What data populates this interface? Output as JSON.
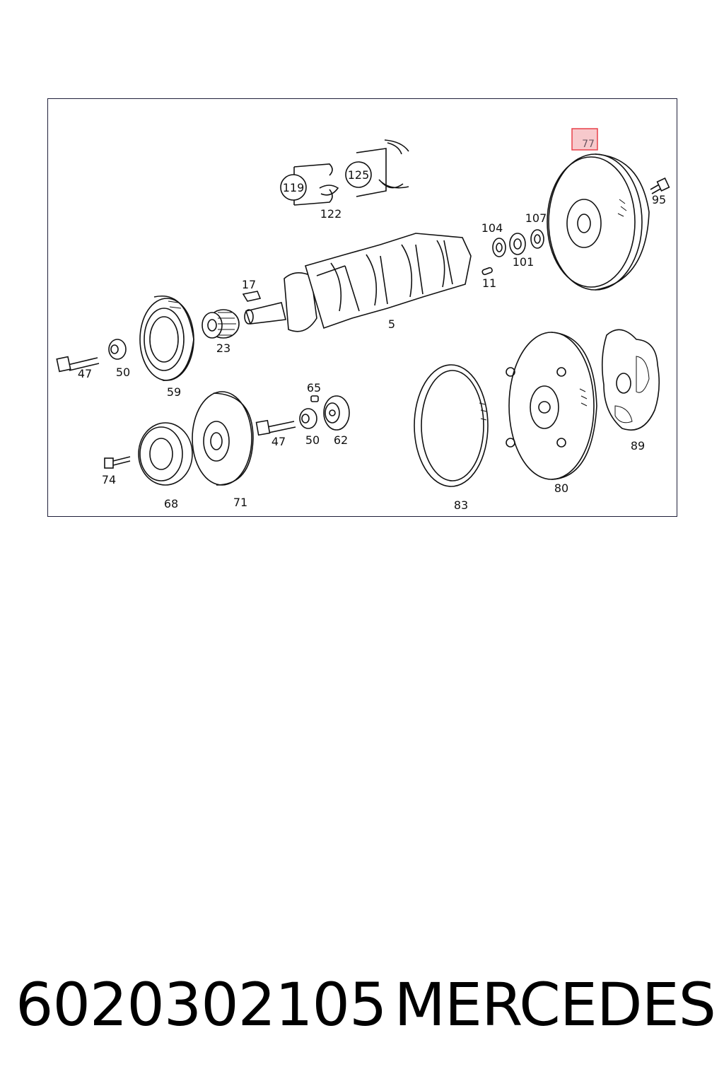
{
  "diagram": {
    "callouts": {
      "c119": "119",
      "c125": "125",
      "c122": "122",
      "c77": "77",
      "c95": "95",
      "c104": "104",
      "c107": "107",
      "c101": "101",
      "c11": "11",
      "c17": "17",
      "c5": "5",
      "c23": "23",
      "c47a": "47",
      "c50a": "50",
      "c59": "59",
      "c65": "65",
      "c47b": "47",
      "c50b": "50",
      "c62": "62",
      "c74": "74",
      "c68": "68",
      "c71": "71",
      "c83": "83",
      "c80": "80",
      "c89": "89"
    },
    "highlight": {
      "label": "77",
      "color": "#e8404a",
      "fill": "#f7c9cc"
    }
  },
  "footer": {
    "part_number": "6020302105",
    "brand": "MERCEDES"
  }
}
